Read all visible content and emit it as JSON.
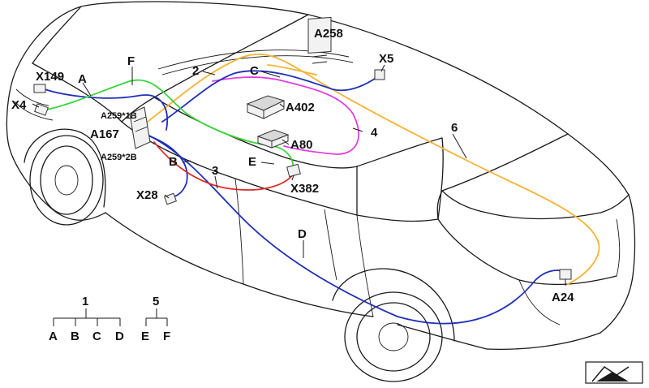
{
  "labels": {
    "X149": "X149",
    "A": "A",
    "F": "F",
    "X4": "X4",
    "two": "2",
    "C": "C",
    "A258": "A258",
    "X5": "X5",
    "A259_1B": "A259*1B",
    "A402": "A402",
    "A167": "A167",
    "four": "4",
    "six": "6",
    "A80": "A80",
    "A259_2B": "A259*2B",
    "B": "B",
    "three": "3",
    "E": "E",
    "X382": "X382",
    "X28": "X28",
    "D": "D",
    "A24": "A24"
  },
  "legend": {
    "group1": {
      "label": "1",
      "items": [
        "A",
        "B",
        "C",
        "D"
      ]
    },
    "group5": {
      "label": "5",
      "items": [
        "E",
        "F"
      ]
    }
  },
  "colors": {
    "blue": "#1f2fb8",
    "green": "#3ad43a",
    "orange": "#f5b233",
    "magenta": "#e040e0",
    "red": "#e02828"
  },
  "icons": {
    "corner": "arrow-icon"
  }
}
